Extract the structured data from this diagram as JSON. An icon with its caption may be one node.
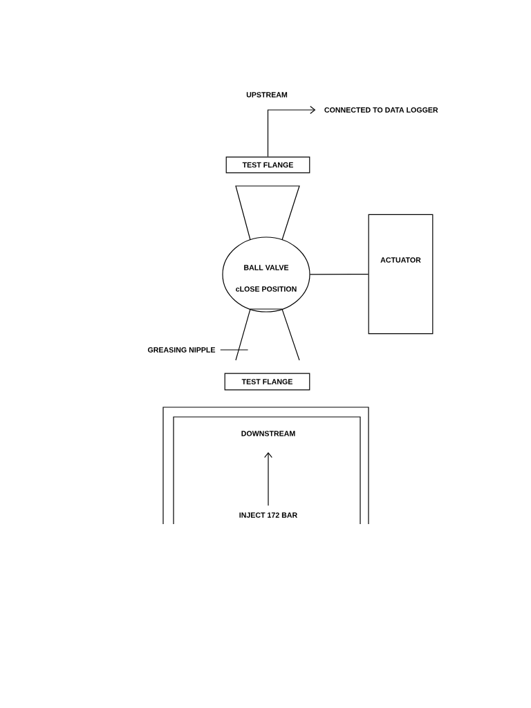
{
  "diagram": {
    "nodes": [
      {
        "text": [
          "CONNECTED TO DATA LOGGER"
        ]
      },
      {
        "text": [
          "TEST FLANGE"
        ]
      },
      {
        "text": [],
        "shape": "trapezoid"
      },
      {
        "text": [
          "BALL VALVE",
          "cLOSE POSITION"
        ]
      },
      {
        "text": [
          "ACTUATOR"
        ]
      },
      {
        "text": [],
        "shape": "trapezoid"
      },
      {
        "text": [
          "GREASING NIPPLE"
        ]
      },
      {
        "text": [
          "TEST FLANGE"
        ]
      },
      {
        "text": [],
        "shape": "box"
      },
      {
        "text": [],
        "shape": "box",
        "in": 8
      },
      {
        "text": [
          "DOWNSTREAM"
        ],
        "in": 9
      },
      {
        "text": [
          "INJECT 172 BAR"
        ],
        "in": 9
      }
    ],
    "edges": [
      {
        "from": 1,
        "to": 0,
        "arrow": "to"
      },
      {
        "from": 3,
        "to": 4,
        "arrow": "none"
      },
      {
        "from": 6,
        "to": 5,
        "arrow": "none"
      },
      {
        "from": 11,
        "to": 10,
        "arrow": "to"
      }
    ],
    "labels": [
      "UPSTREAM"
    ]
  }
}
